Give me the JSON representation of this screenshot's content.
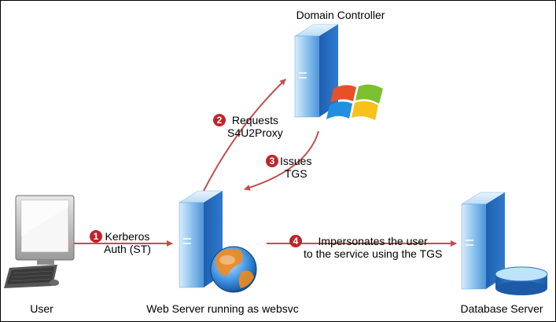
{
  "nodes": {
    "domain_controller": "Domain Controller",
    "user": "User",
    "web_server": "Web Server running as websvc",
    "database_server": "Database Server"
  },
  "steps": [
    {
      "number": "1",
      "line1": "Kerberos",
      "line2": "Auth (ST)"
    },
    {
      "number": "2",
      "line1": "Requests",
      "line2": "S4U2Proxy"
    },
    {
      "number": "3",
      "line1": "Issues",
      "line2": "TGS"
    },
    {
      "number": "4",
      "line1": "Impersonates the user",
      "line2": "to the service using the TGS"
    }
  ],
  "colors": {
    "arrow": "#c0504d",
    "badge": "#c0232c",
    "server_blue": "#2e73c6"
  }
}
